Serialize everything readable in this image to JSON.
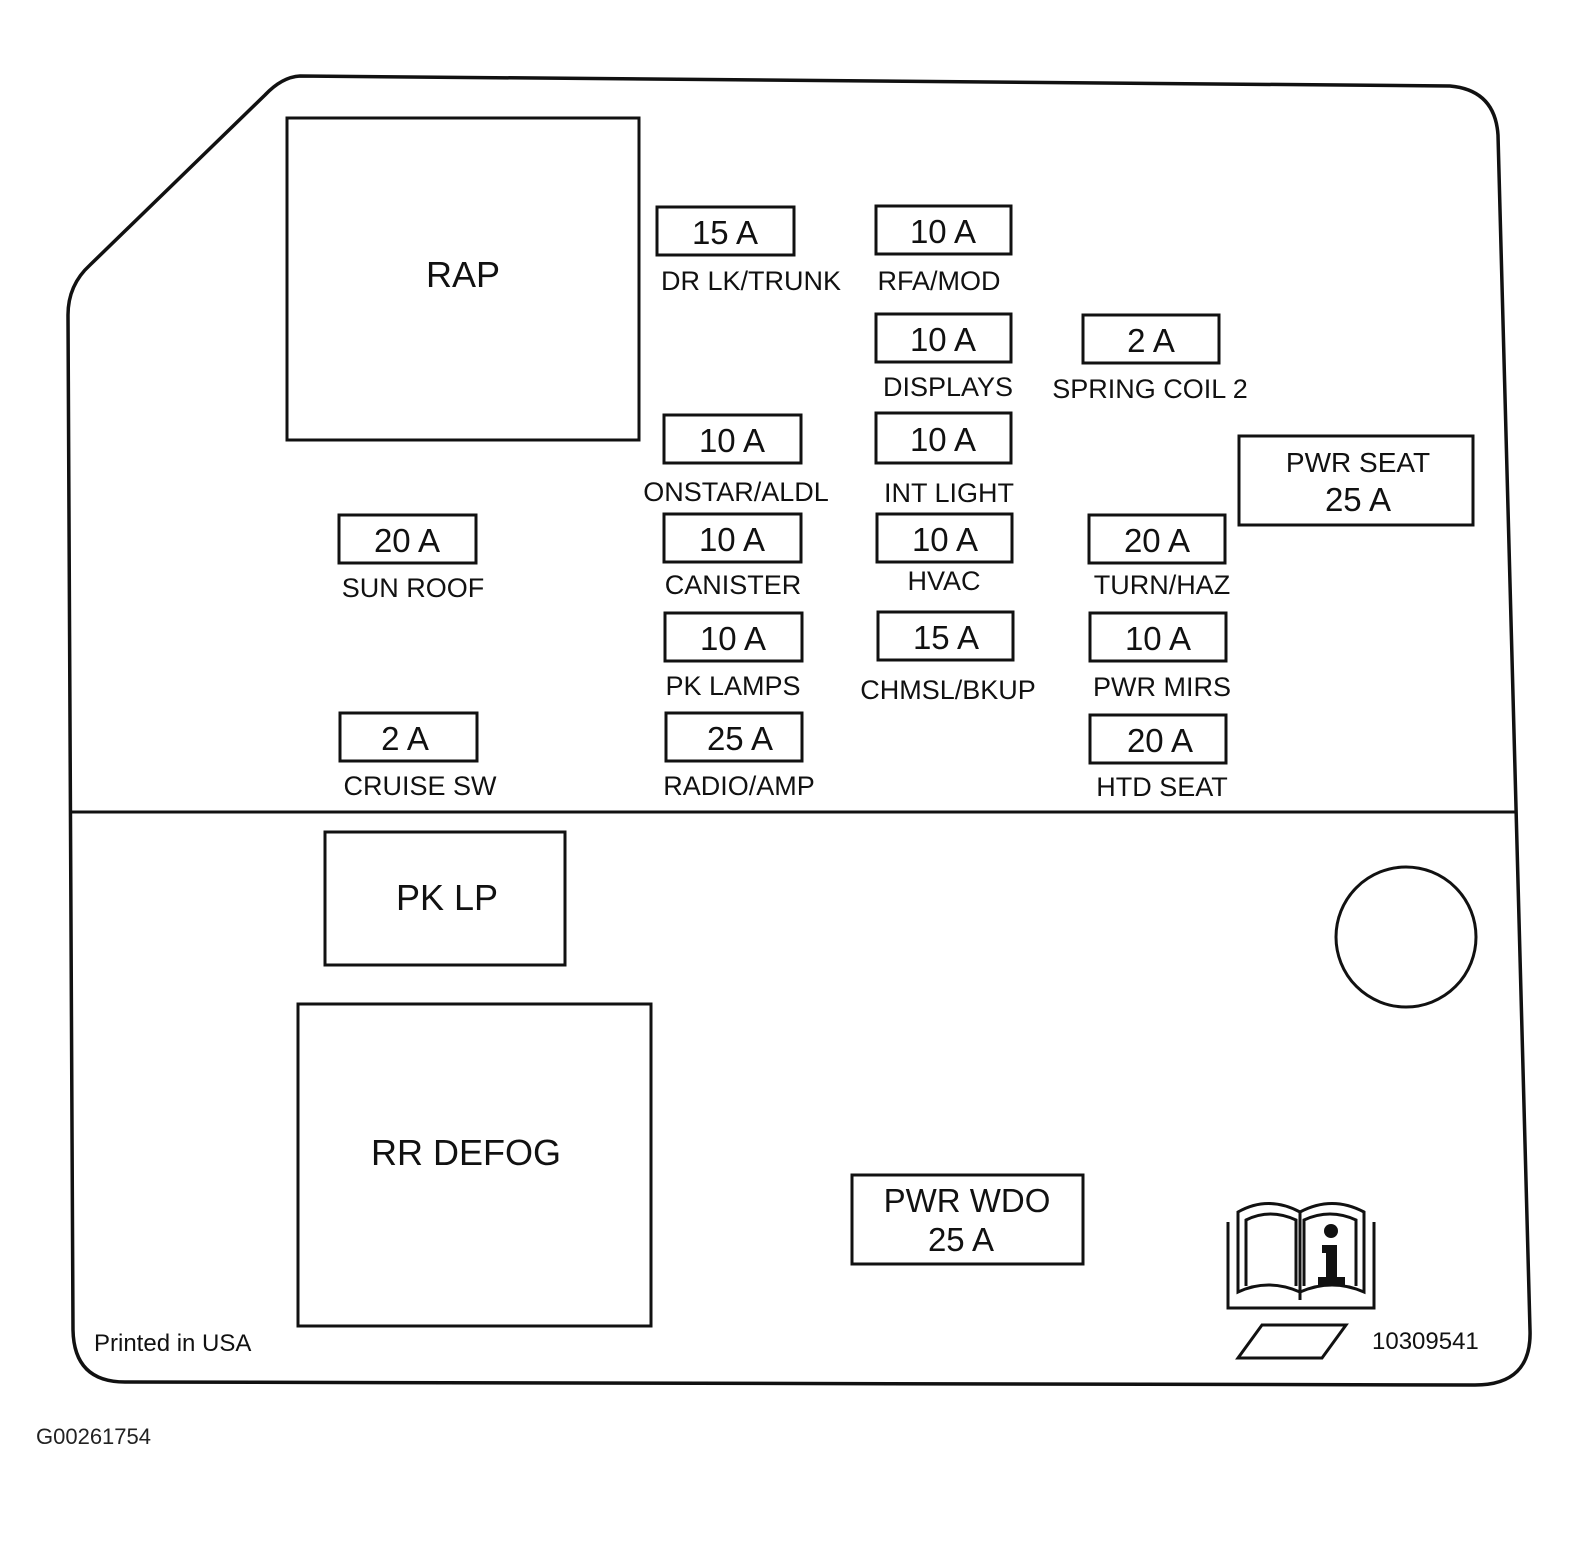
{
  "relays": {
    "rap": "RAP",
    "pk_lp": "PK LP",
    "rr_defog": "RR DEFOG"
  },
  "fuses": {
    "dr_lk_trunk": {
      "amp": "15 A",
      "label": "DR LK/TRUNK"
    },
    "rfa_mod": {
      "amp": "10 A",
      "label": "RFA/MOD"
    },
    "displays": {
      "amp": "10 A",
      "label": "DISPLAYS"
    },
    "spring_coil_2": {
      "amp": "2 A",
      "label": "SPRING COIL 2"
    },
    "onstar_aldl": {
      "amp": "10 A",
      "label": "ONSTAR/ALDL"
    },
    "int_light": {
      "amp": "10 A",
      "label": "INT LIGHT"
    },
    "sun_roof": {
      "amp": "20 A",
      "label": "SUN ROOF"
    },
    "canister": {
      "amp": "10 A",
      "label": "CANISTER"
    },
    "hvac": {
      "amp": "10 A",
      "label": "HVAC"
    },
    "turn_haz": {
      "amp": "20 A",
      "label": "TURN/HAZ"
    },
    "pk_lamps": {
      "amp": "10 A",
      "label": "PK LAMPS"
    },
    "chmsl_bkup": {
      "amp": "15 A",
      "label": "CHMSL/BKUP"
    },
    "pwr_mirs": {
      "amp": "10 A",
      "label": "PWR MIRS"
    },
    "cruise_sw": {
      "amp": "2 A",
      "label": "CRUISE SW"
    },
    "radio_amp": {
      "amp": "25 A",
      "label": "RADIO/AMP"
    },
    "htd_seat": {
      "amp": "20 A",
      "label": "HTD SEAT"
    }
  },
  "breakers": {
    "pwr_seat": {
      "label": "PWR SEAT",
      "amp": "25 A"
    },
    "pwr_wdo": {
      "label": "PWR WDO",
      "amp": "25 A"
    }
  },
  "footer": {
    "printed": "Printed in USA",
    "part_number": "10309541"
  },
  "figure_id": "G00261754",
  "icons": {
    "manual": "owner-manual-info-icon",
    "hole": "mounting-hole",
    "tab": "label-tab"
  }
}
